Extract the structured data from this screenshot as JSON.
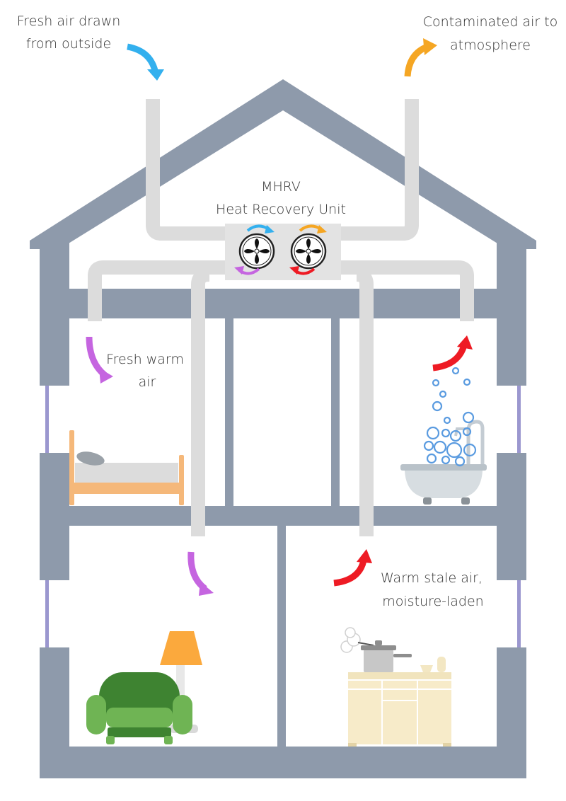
{
  "labels": {
    "fresh_air_line1": "Fresh air drawn",
    "fresh_air_line2": "from outside",
    "contaminated_line1": "Contaminated air to",
    "contaminated_line2": "atmosphere",
    "unit_title": "MHRV",
    "unit_subtitle": "Heat Recovery Unit",
    "fresh_warm_line1": "Fresh warm",
    "fresh_warm_line2": "air",
    "stale_line1": "Warm stale air,",
    "stale_line2": "moisture-laden"
  },
  "colors": {
    "house": "#8e9aab",
    "duct": "#dcdcdc",
    "unit": "#e3e3e3",
    "window": "#9b97cf",
    "fresh_arrow": "#33b0ee",
    "exhaust_arrow": "#f5a623",
    "warm_arrow": "#c565e0",
    "stale_arrow": "#ee1b24"
  },
  "icons": [
    "fan-icon",
    "fan-icon",
    "bed-icon",
    "bathtub-icon",
    "bubbles-icon",
    "armchair-icon",
    "floor-lamp-icon",
    "cooking-pot-icon",
    "kitchen-cabinet-icon"
  ]
}
